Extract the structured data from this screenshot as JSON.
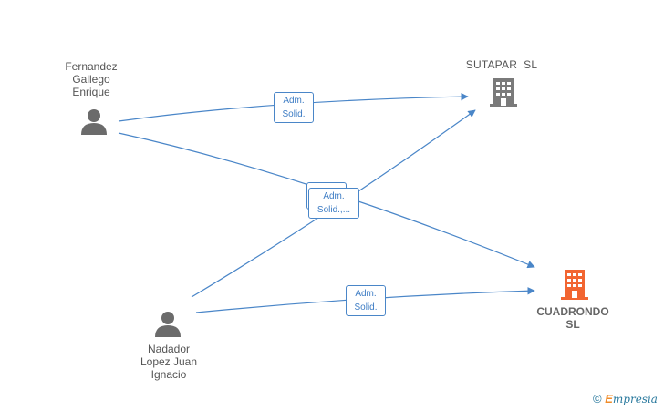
{
  "nodes": {
    "fernandez": {
      "label": [
        "Fernandez",
        "Gallego",
        "Enrique"
      ],
      "type": "person"
    },
    "nadador": {
      "label": [
        "Nadador",
        "Lopez Juan",
        "Ignacio"
      ],
      "type": "person"
    },
    "sutapar": {
      "label": [
        "SUTAPAR  SL"
      ],
      "type": "company"
    },
    "cuadrondo": {
      "label": [
        "CUADRONDO",
        "SL"
      ],
      "type": "company-main"
    }
  },
  "edges": [
    {
      "from": "fernandez",
      "to": "sutapar",
      "label": [
        "Adm.",
        "Solid."
      ]
    },
    {
      "from": "fernandez",
      "to": "cuadrondo",
      "label": []
    },
    {
      "from": "nadador",
      "to": "sutapar",
      "label": []
    },
    {
      "from": "nadador",
      "to": "cuadrondo",
      "label": [
        "Adm.",
        "Solid."
      ]
    },
    {
      "shared_label": [
        "Adm.",
        "Solid.,..."
      ]
    }
  ],
  "colors": {
    "edge": "#4a86c8",
    "person_icon": "#6b6b6b",
    "company_icon": "#7a7a7a",
    "main_company_icon": "#f26531"
  },
  "footer": {
    "copyright_symbol": "©",
    "brand_initial": "E",
    "brand_rest": "mpresia"
  }
}
